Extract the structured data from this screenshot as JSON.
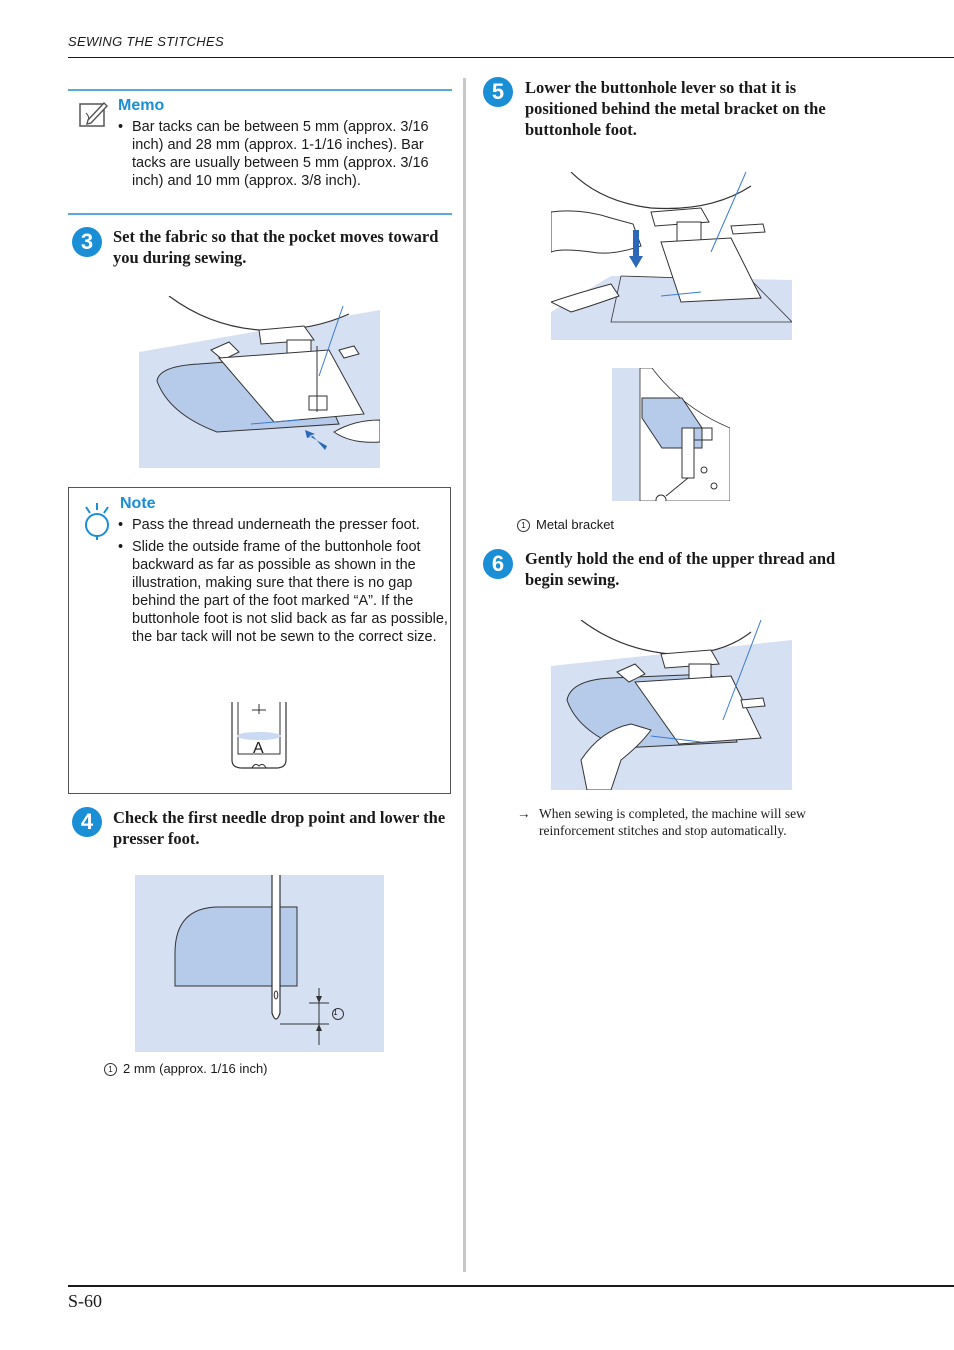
{
  "header": {
    "title": "SEWING THE STITCHES"
  },
  "footer": {
    "page_number": "S-60"
  },
  "memo": {
    "title": "Memo",
    "icon": "pencil-note-icon",
    "items": [
      "Bar tacks can be between 5 mm (approx. 3/16 inch) and 28 mm (approx. 1-1/16 inches). Bar tacks are usually between 5 mm (approx. 3/16 inch) and 10 mm (approx. 3/8 inch)."
    ]
  },
  "steps": [
    {
      "number": "3",
      "text": "Set the fabric so that the pocket moves toward you during sewing."
    },
    {
      "number": "4",
      "text": "Check the first needle drop point and lower the presser foot."
    },
    {
      "number": "5",
      "text": "Lower the buttonhole lever so that it is positioned behind the metal bracket on the buttonhole foot."
    },
    {
      "number": "6",
      "text": "Gently hold the end of the upper thread and begin sewing."
    }
  ],
  "note": {
    "title": "Note",
    "icon": "lightbulb-icon",
    "items": [
      "Pass the thread underneath the presser foot.",
      "Slide the outside frame of the buttonhole foot backward as far as possible as shown in the illustration, making sure that there is no gap behind the part of the foot marked “A”. If the buttonhole foot is not slid back as far as possible, the bar tack will not be sewn to the correct size."
    ],
    "figure_label": "A"
  },
  "figures": {
    "step4_callout": "1",
    "step4_caption": "2 mm (approx. 1/16 inch)",
    "step5_callout": "1",
    "step5_caption": "Metal bracket"
  },
  "result_note": {
    "arrow": "→",
    "text": "When sewing is completed, the machine will sew reinforcement stitches and stop automatically."
  },
  "colors": {
    "accent": "#1a8fd6",
    "fabric_light": "#d6e0f3",
    "fabric_dark": "#b6cbea"
  }
}
